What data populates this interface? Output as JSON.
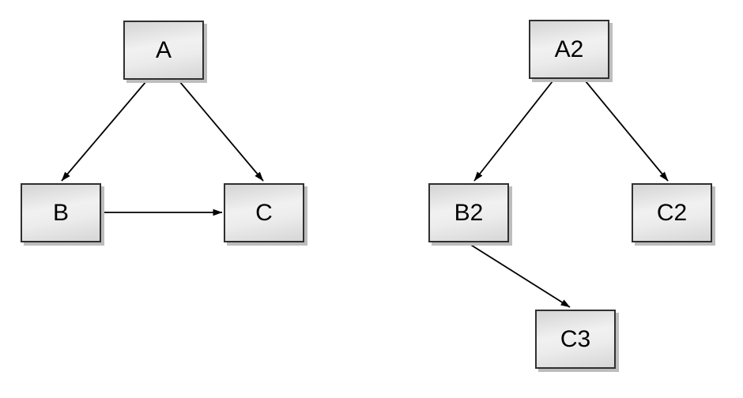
{
  "page": {
    "background_color": "#ffffff"
  },
  "diagram": {
    "type": "directed-graph",
    "style": {
      "node_border_color": "#303030",
      "node_fill_light": "#f1f1f1",
      "node_fill_dark": "#d4d4d4",
      "node_shadow_color": "#bdbdbd",
      "edge_color": "#000000",
      "label_color": "#000000"
    },
    "graphs": [
      {
        "name": "left-graph",
        "nodes": [
          {
            "id": "A",
            "label": "A"
          },
          {
            "id": "B",
            "label": "B"
          },
          {
            "id": "C",
            "label": "C"
          }
        ],
        "edges": [
          {
            "from": "A",
            "to": "B"
          },
          {
            "from": "A",
            "to": "C"
          },
          {
            "from": "B",
            "to": "C"
          }
        ]
      },
      {
        "name": "right-graph",
        "nodes": [
          {
            "id": "A2",
            "label": "A2"
          },
          {
            "id": "B2",
            "label": "B2"
          },
          {
            "id": "C2",
            "label": "C2"
          },
          {
            "id": "C3",
            "label": "C3"
          }
        ],
        "edges": [
          {
            "from": "A2",
            "to": "B2"
          },
          {
            "from": "A2",
            "to": "C2"
          },
          {
            "from": "B2",
            "to": "C3"
          }
        ]
      }
    ]
  }
}
